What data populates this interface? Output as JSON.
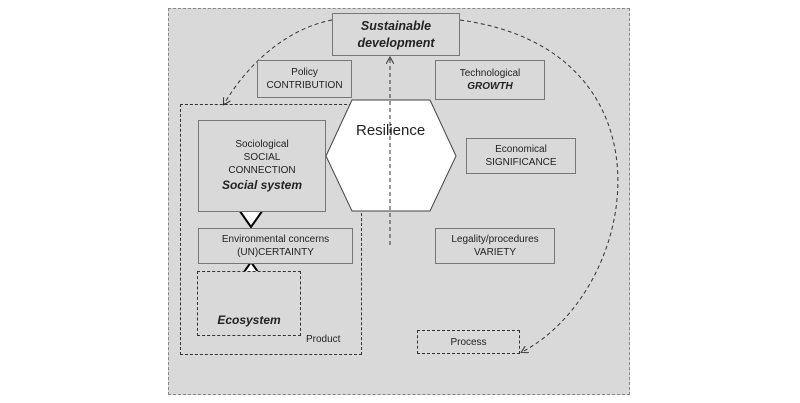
{
  "diagram": {
    "sustainable_development": {
      "line1": "Sustainable",
      "line2": "development"
    },
    "policy": {
      "line1": "Policy",
      "line2": "CONTRIBUTION"
    },
    "technological": {
      "line1": "Technological",
      "line2": "GROWTH"
    },
    "sociological": {
      "line1": "Sociological",
      "line2": "SOCIAL",
      "line3": "CONNECTION",
      "line4": "Social system"
    },
    "resilience": "Resilience",
    "economical": {
      "line1": "Economical",
      "line2": "SIGNIFICANCE"
    },
    "environmental": {
      "line1": "Environmental concerns",
      "line2": "(UN)CERTAINTY"
    },
    "legality": {
      "line1": "Legality/procedures",
      "line2": "VARIETY"
    },
    "ecosystem": "Ecosystem",
    "product": "Product",
    "process": "Process"
  }
}
